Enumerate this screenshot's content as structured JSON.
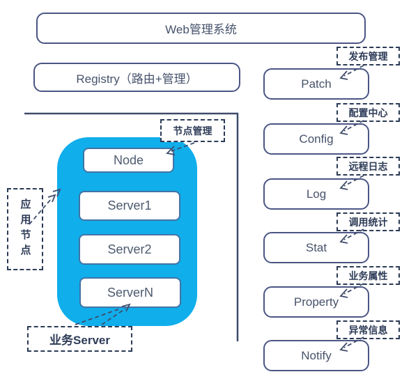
{
  "header": {
    "web_title": "Web管理系统",
    "registry_title": "Registry（路由+管理）"
  },
  "cluster": {
    "node_mgmt_label": "节点管理",
    "app_node_label": "应用节点",
    "biz_server_label": "业务Server",
    "nodes": [
      "Node",
      "Server1",
      "Server2",
      "ServerN"
    ]
  },
  "services": [
    {
      "tag": "发布管理",
      "name": "Patch"
    },
    {
      "tag": "配置中心",
      "name": "Config"
    },
    {
      "tag": "远程日志",
      "name": "Log"
    },
    {
      "tag": "调用统计",
      "name": "Stat"
    },
    {
      "tag": "业务属性",
      "name": "Property"
    },
    {
      "tag": "异常信息",
      "name": "Notify"
    }
  ],
  "colors": {
    "cyan_fill": "#10aeeb",
    "box_border": "#4a5584",
    "node_border": "#4273a5",
    "dashed_dark": "#2b3a55",
    "line": "#3f4c6b"
  }
}
